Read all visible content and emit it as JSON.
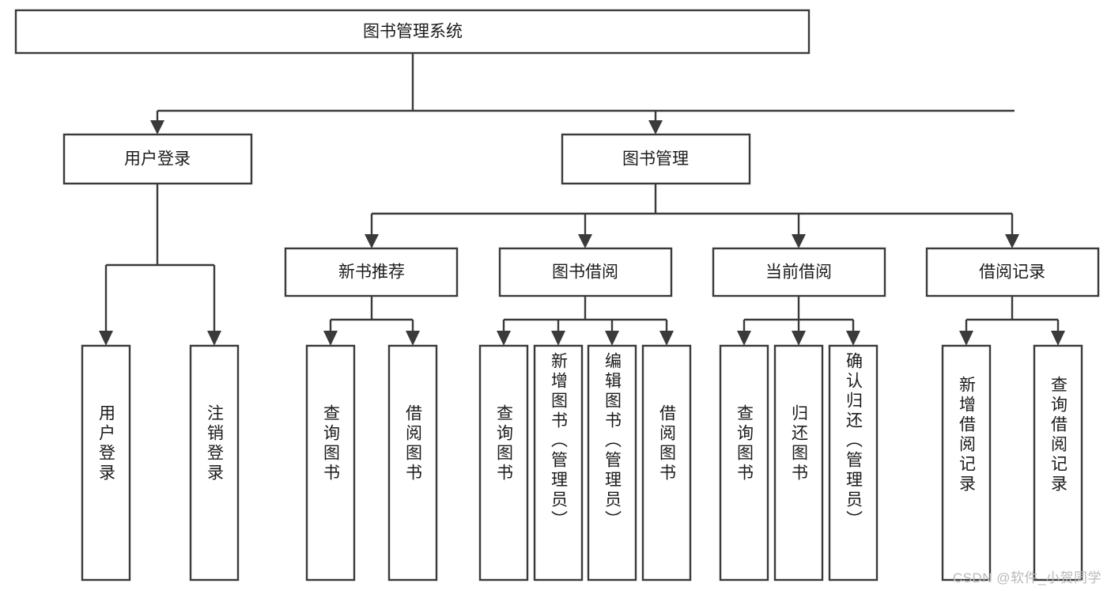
{
  "diagram": {
    "type": "tree-hierarchy",
    "title": "图书管理系统",
    "watermark": "CSDN @软件_小贺同学",
    "colors": {
      "box_stroke": "#3a3a3a",
      "box_fill": "#ffffff",
      "connector": "#3a3a3a",
      "text": "#1b1b1b",
      "watermark": "#b9b9b9",
      "background": "#ffffff"
    },
    "root": {
      "id": "root",
      "label": "图书管理系统",
      "orientation": "horizontal"
    },
    "level2": [
      {
        "id": "user-login",
        "label": "用户登录",
        "orientation": "horizontal"
      },
      {
        "id": "book-manage",
        "label": "图书管理",
        "orientation": "horizontal"
      }
    ],
    "level3": [
      {
        "id": "new-book-recommend",
        "label": "新书推荐",
        "orientation": "horizontal",
        "parent": "book-manage"
      },
      {
        "id": "book-borrow",
        "label": "图书借阅",
        "orientation": "horizontal",
        "parent": "book-manage"
      },
      {
        "id": "current-borrow",
        "label": "当前借阅",
        "orientation": "horizontal",
        "parent": "book-manage"
      },
      {
        "id": "borrow-record",
        "label": "借阅记录",
        "orientation": "horizontal",
        "parent": "book-manage"
      }
    ],
    "leaves": [
      {
        "id": "leaf-user-login",
        "label": "用户登录",
        "parent": "user-login"
      },
      {
        "id": "leaf-logout",
        "label": "注销登录",
        "parent": "user-login"
      },
      {
        "id": "leaf-query-book-1",
        "label": "查询图书",
        "parent": "new-book-recommend"
      },
      {
        "id": "leaf-borrow-book-1",
        "label": "借阅图书",
        "parent": "new-book-recommend"
      },
      {
        "id": "leaf-query-book-2",
        "label": "查询图书",
        "parent": "book-borrow"
      },
      {
        "id": "leaf-add-book",
        "label": "新增图书（管理员）",
        "parent": "book-borrow"
      },
      {
        "id": "leaf-edit-book",
        "label": "编辑图书（管理员）",
        "parent": "book-borrow"
      },
      {
        "id": "leaf-borrow-book-2",
        "label": "借阅图书",
        "parent": "book-borrow"
      },
      {
        "id": "leaf-query-book-3",
        "label": "查询图书",
        "parent": "current-borrow"
      },
      {
        "id": "leaf-return-book",
        "label": "归还图书",
        "parent": "current-borrow"
      },
      {
        "id": "leaf-confirm-return",
        "label": "确认归还（管理员）",
        "parent": "current-borrow"
      },
      {
        "id": "leaf-add-record",
        "label": "新增借阅记录",
        "parent": "borrow-record"
      },
      {
        "id": "leaf-query-record",
        "label": "查询借阅记录",
        "parent": "borrow-record"
      }
    ]
  }
}
